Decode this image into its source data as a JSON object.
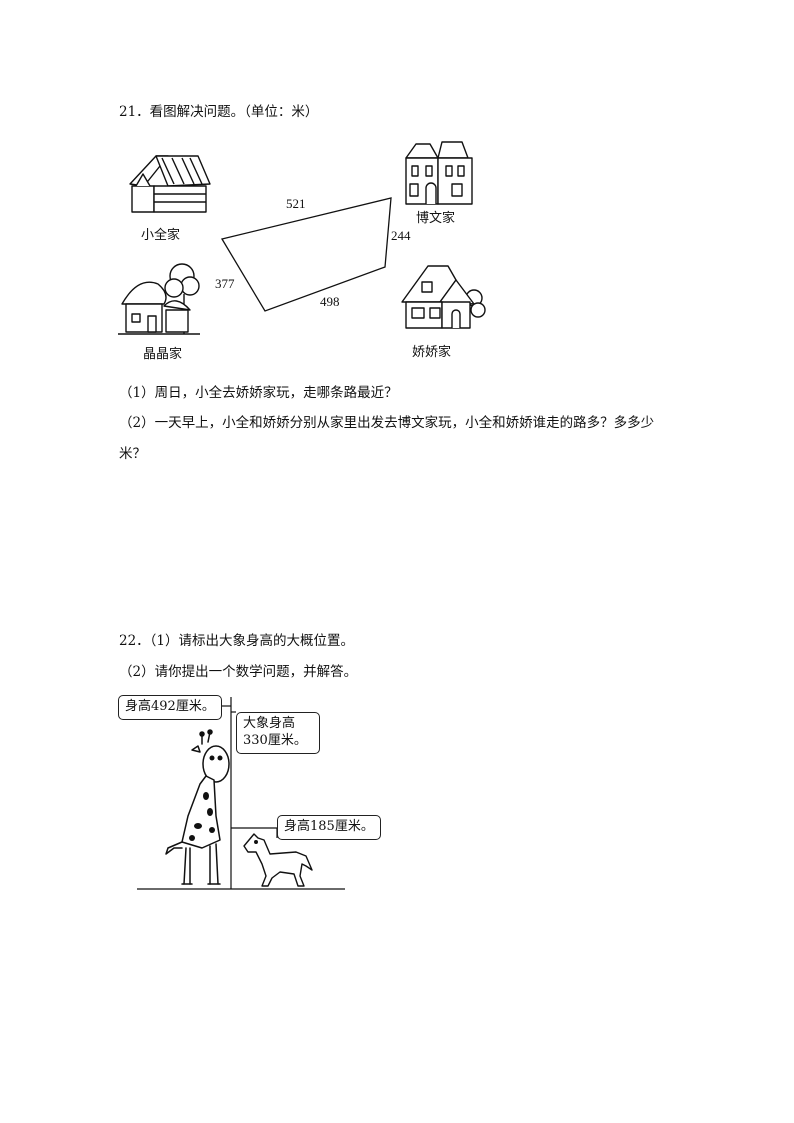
{
  "q21": {
    "title": "21．看图解决问题。（单位：米）",
    "houses": {
      "xiaoquan": "小全家",
      "bowen": "博文家",
      "jingjing": "晶晶家",
      "jiaojiao": "娇娇家"
    },
    "distances": {
      "top": "521",
      "right": "244",
      "bottom": "498",
      "left": "377"
    },
    "part1": "（1）周日，小全去娇娇家玩，走哪条路最近？",
    "part2_line1": "（2）一天早上，小全和娇娇分别从家里出发去博文家玩，小全和娇娇谁走的路多？多多少",
    "part2_line2": "米？"
  },
  "q22": {
    "part1": "22．（1）请标出大象身高的大概位置。",
    "part2": "（2）请你提出一个数学问题，并解答。",
    "giraffe_label": "身高492厘米。",
    "elephant_label_line1": "大象身高",
    "elephant_label_line2": "330厘米。",
    "horse_label": "身高185厘米。"
  }
}
